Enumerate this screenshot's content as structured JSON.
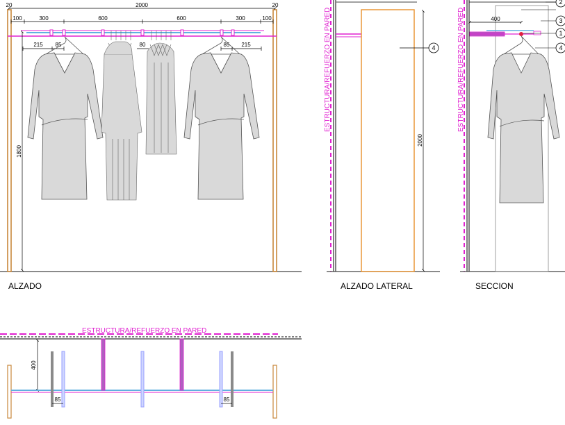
{
  "colors": {
    "post": "#c8873a",
    "magenta": "#e020d0",
    "rail": "#5fb0e0",
    "garment": "#d9d9d9",
    "garment_stroke": "#555555",
    "line": "#000000",
    "grey_post": "#8a8a8a",
    "door": "#e8902a"
  },
  "elevation": {
    "title": "ALZADO",
    "dim_total": "2000",
    "dim_20_left": "20",
    "dim_20_right": "20",
    "dim_100_left": "100",
    "dim_300_left": "300",
    "dim_600_left": "600",
    "dim_600_right": "600",
    "dim_300_right": "300",
    "dim_100_right": "100",
    "dim_215_left": "215",
    "dim_85_left": "85",
    "dim_80_center": "80",
    "dim_85_right": "85",
    "dim_215_right": "215",
    "dim_height": "1800"
  },
  "side_elevation": {
    "title": "ALZADO LATERAL",
    "wall_note": "ESTRUCTURA/REFUERZO EN PARED",
    "dim_height": "2000",
    "callout_4": "4"
  },
  "section": {
    "title": "SECCION",
    "wall_note": "ESTRUCTURA/REFUERZO EN PARED",
    "dim_depth": "400",
    "callout_1": "1",
    "callout_2": "2",
    "callout_3": "3",
    "callout_4": "4"
  },
  "plan": {
    "wall_note": "ESTRUCTURA/REFUERZO EN PARED",
    "dim_depth": "400",
    "dim_85_left": "85",
    "dim_85_right": "85"
  }
}
